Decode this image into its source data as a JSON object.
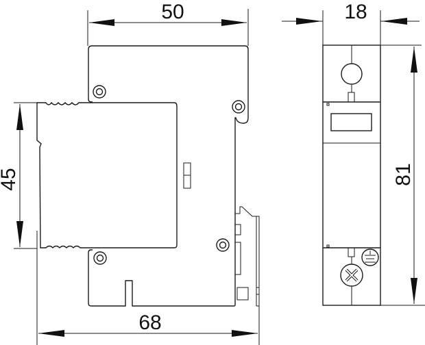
{
  "side_view": {
    "dimensions": {
      "depth_top": "50",
      "front_height": "45",
      "total_depth": "68"
    }
  },
  "front_view": {
    "dimensions": {
      "width": "18",
      "height": "81"
    },
    "icons": [
      "terminal-screw-icon",
      "terminal-screw-icon",
      "earth-ground-icon"
    ]
  },
  "colors": {
    "line": "#1a1a1a",
    "background": "#ffffff"
  }
}
